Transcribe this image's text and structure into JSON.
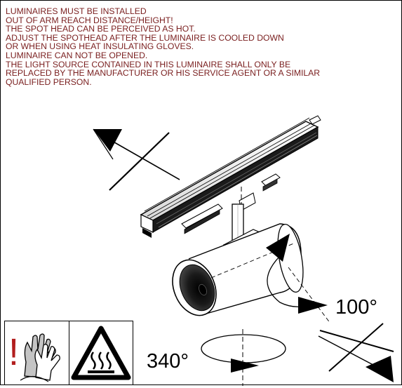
{
  "warning": {
    "lines": [
      "LUMINAIRES MUST BE INSTALLED",
      "OUT OF ARM REACH DISTANCE/HEIGHT!",
      "THE SPOT HEAD CAN BE PERCEIVED AS HOT.",
      "ADJUST THE SPOTHEAD AFTER THE LUMINAIRE IS COOLED DOWN",
      "OR WHEN USING HEAT INSULATING GLOVES.",
      "LUMINAIRE CAN NOT BE OPENED.",
      "THE LIGHT SOURCE CONTAINED IN THIS LUMINAIRE SHALL ONLY BE",
      "REPLACED BY THE MANUFACTURER OR HIS SERVICE AGENT OR A SIMILAR",
      "QUALIFIED PERSON."
    ],
    "color": "#7a1f1f"
  },
  "angles": {
    "tilt": "100°",
    "rotation": "340°"
  },
  "icons": {
    "gloves": "heat-gloves-icon",
    "hot_surface": "hot-surface-warning-icon",
    "exclamation": "!",
    "exclamation_color": "#b21e1e"
  }
}
